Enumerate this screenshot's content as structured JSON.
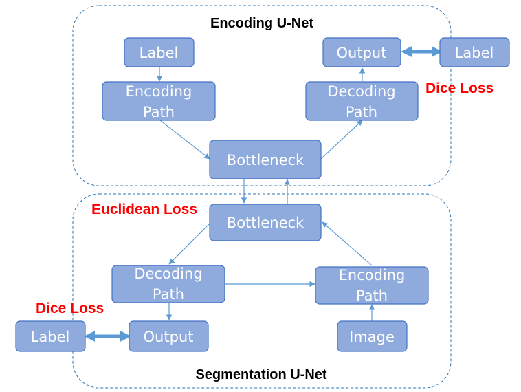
{
  "encoding_unet": {
    "title": "Encoding U-Net",
    "label": "Label",
    "encoding_path": [
      "Encoding",
      "Path"
    ],
    "bottleneck": "Bottleneck",
    "decoding_path": [
      "Decoding",
      "Path"
    ],
    "output": "Output",
    "target_label": "Label",
    "dice_loss": "Dice Loss"
  },
  "euclidean_loss": "Euclidean Loss",
  "segmentation_unet": {
    "title": "Segmentation U-Net",
    "bottleneck": "Bottleneck",
    "decoding_path": [
      "Decoding",
      "Path"
    ],
    "encoding_path": [
      "Encoding",
      "Path"
    ],
    "output": "Output",
    "label": "Label",
    "image": "Image",
    "dice_loss": "Dice Loss"
  },
  "colors": {
    "node_fill": "#8faadc",
    "node_border": "#4472c4",
    "arrow": "#5b9bd5",
    "loss_text": "#ff0000",
    "region_border": "#2e75b6"
  }
}
